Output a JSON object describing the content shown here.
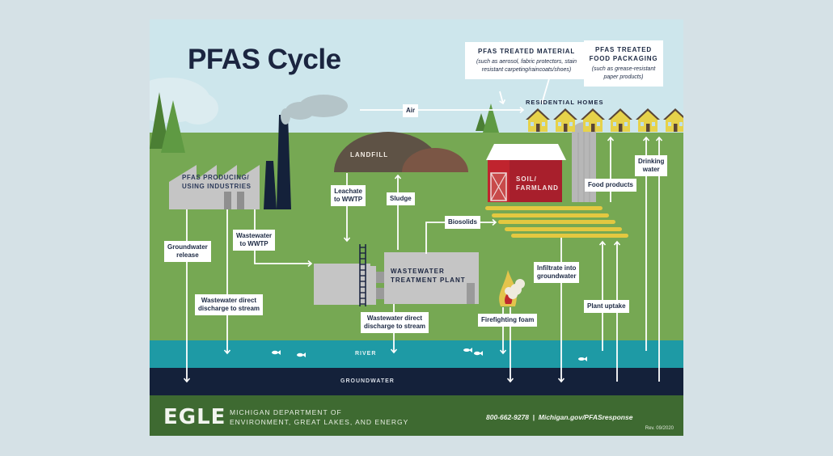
{
  "title": "PFAS Cycle",
  "boxes": {
    "treated_material": {
      "heading": "PFAS TREATED MATERIAL",
      "sub": "(such as aerosol, fabric protectors, stain resistant carpeting/raincoats/shoes)"
    },
    "food_packaging": {
      "heading_1": "PFAS TREATED",
      "heading_2": "FOOD PACKAGING",
      "sub": "(such as grease-resistant paper products)"
    }
  },
  "places": {
    "residential": "RESIDENTIAL HOMES",
    "industry_1": "PFAS PRODUCING/",
    "industry_2": "USING INDUSTRIES",
    "landfill": "LANDFILL",
    "farm_1": "SOIL/",
    "farm_2": "FARMLAND",
    "wwtp_1": "WASTEWATER",
    "wwtp_2": "TREATMENT PLANT",
    "river": "RIVER",
    "groundwater": "GROUNDWATER"
  },
  "flows": {
    "air": "Air",
    "leachate_1": "Leachate",
    "leachate_2": "to WWTP",
    "sludge": "Sludge",
    "biosolids": "Biosolids",
    "food_products": "Food products",
    "drinking_1": "Drinking",
    "drinking_2": "water",
    "gw_release_1": "Groundwater",
    "gw_release_2": "release",
    "ww_to_wwtp_1": "Wastewater",
    "ww_to_wwtp_2": "to WWTP",
    "ww_direct_1": "Wastewater direct",
    "ww_direct_2": "discharge to stream",
    "wwtp_direct_1": "Wastewater direct",
    "wwtp_direct_2": "discharge to stream",
    "firefighting": "Firefighting foam",
    "infiltrate_1": "Infiltrate into",
    "infiltrate_2": "groundwater",
    "plant_uptake": "Plant uptake"
  },
  "footer": {
    "logo": "EGLE",
    "dept_1": "MICHIGAN DEPARTMENT OF",
    "dept_2": "ENVIRONMENT, GREAT LAKES, AND ENERGY",
    "contact": "800-662-9278  |  Michigan.gov/PFASresponse",
    "revision": "Rev. 09/2020"
  },
  "colors": {
    "sky": "#cde6ec",
    "grass": "#76a853",
    "river": "#1e9aa5",
    "groundwater": "#14213a",
    "footer": "#3e6a31",
    "title": "#1b2540"
  }
}
